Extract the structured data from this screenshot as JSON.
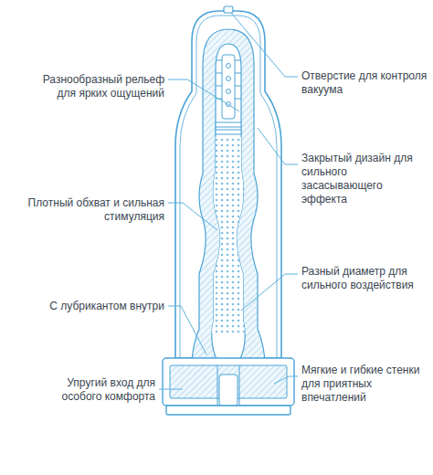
{
  "diagram": {
    "labels": [
      "Разнообразный рельеф для ярких ощущений",
      "Плотный обхват и сильная стимуляция",
      "С лубрикантом внутри",
      "Упругий вход для особого комфорта",
      "Отверстие для контроля вакуума",
      "Закрытый дизайн для сильного засасывающего эффекта",
      "Разный диаметр для сильного воздействия",
      "Мягкие и гибкие стенки для приятных впечатлений"
    ]
  }
}
